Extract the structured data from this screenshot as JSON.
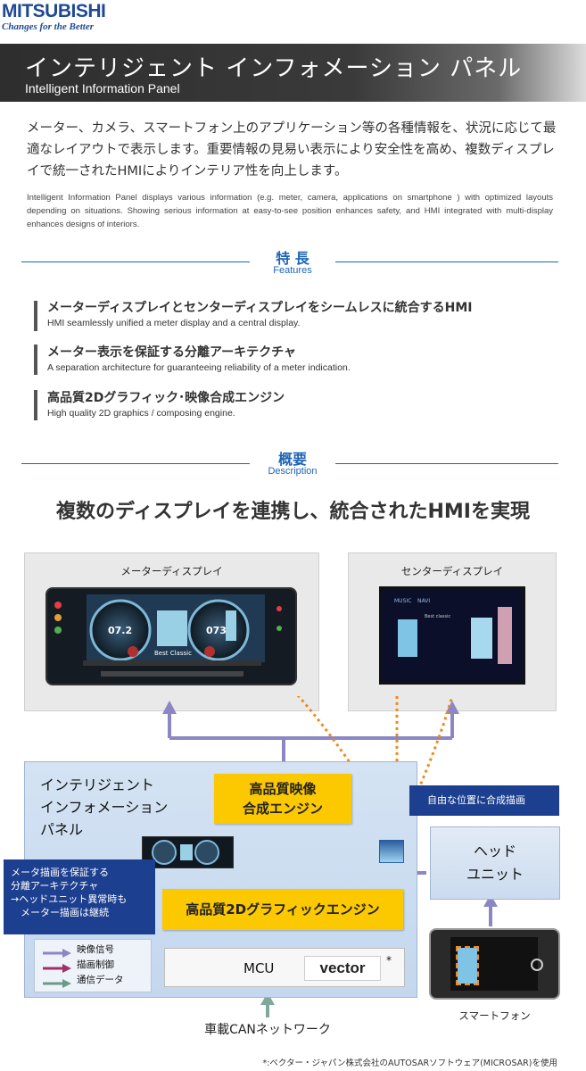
{
  "header": {
    "brand": "MITSUBISHI",
    "tagline": "Changes for the Better",
    "title_jp": "インテリジェント インフォメーション パネル",
    "title_en": "Intelligent Information Panel"
  },
  "intro": {
    "jp": "メーター、カメラ、スマートフォン上のアプリケーション等の各種情報を、状況に応じて最適なレイアウトで表示します。重要情報の見易い表示により安全性を高め、複数ディスプレイで統一されたHMIによりインテリア性を向上します。",
    "en": "Intelligent Information Panel displays various information (e.g. meter, camera, applications on smartphone ) with optimized layouts depending on situations. Showing serious information at easy-to-see position enhances safety, and HMI integrated with multi-display enhances designs of interiors."
  },
  "features_section": {
    "heading_jp": "特 長",
    "heading_en": "Features",
    "items": [
      {
        "jp": "メーターディスプレイとセンターディスプレイをシームレスに統合するHMI",
        "en": "HMI seamlessly unified a meter display and a central display."
      },
      {
        "jp": "メーター表示を保証する分離アーキテクチャ",
        "en": "A separation architecture for guaranteeing reliability of a meter indication."
      },
      {
        "jp": "高品質2Dグラフィック･映像合成エンジン",
        "en": "High quality 2D graphics / composing engine."
      }
    ]
  },
  "description_section": {
    "heading_jp": "概要",
    "heading_en": "Description",
    "headline": "複数のディスプレイを連携し、統合されたHMIを実現"
  },
  "diagram": {
    "meter_display_label": "メーターディスプレイ",
    "center_display_label": "センターディスプレイ",
    "meter_values": {
      "left": "07.2",
      "right": "073",
      "center_caption": "Best Classic"
    },
    "center_screen": {
      "tab1": "MUSIC",
      "tab2": "NAVI",
      "list_title": "Best classic"
    },
    "panel_title_lines": [
      "インテリジェント",
      "インフォメーション",
      "パネル"
    ],
    "video_engine_lines": [
      "高品質映像",
      "合成エンジン"
    ],
    "graphics_engine": "高品質2Dグラフィックエンジン",
    "mcu": "MCU",
    "vector_logo": "vector",
    "asterisk": "*",
    "free_position_callout": "自由な位置に合成描画",
    "head_unit_lines": [
      "ヘッド",
      "ユニット"
    ],
    "smartphone_label": "スマートフォン",
    "separation_callout_lines": [
      "メータ描画を保証する",
      "分離アーキテクチャ",
      "→ヘッドユニット異常時も",
      "　メーター描画は継続"
    ],
    "legend": [
      {
        "label": "映像信号",
        "color": "#8c86c4"
      },
      {
        "label": "描画制御",
        "color": "#a0306a"
      },
      {
        "label": "通信データ",
        "color": "#6a9a8a"
      }
    ],
    "can_network": "車載CANネットワーク",
    "colors": {
      "video_arrow": "#8c86c4",
      "control_arrow": "#a0306a",
      "data_arrow": "#7fa89a",
      "dotted": "#f08a1a"
    }
  },
  "footnote": "*:ベクター・ジャパン株式会社のAUTOSARソフトウェア(MICROSAR)を使用"
}
